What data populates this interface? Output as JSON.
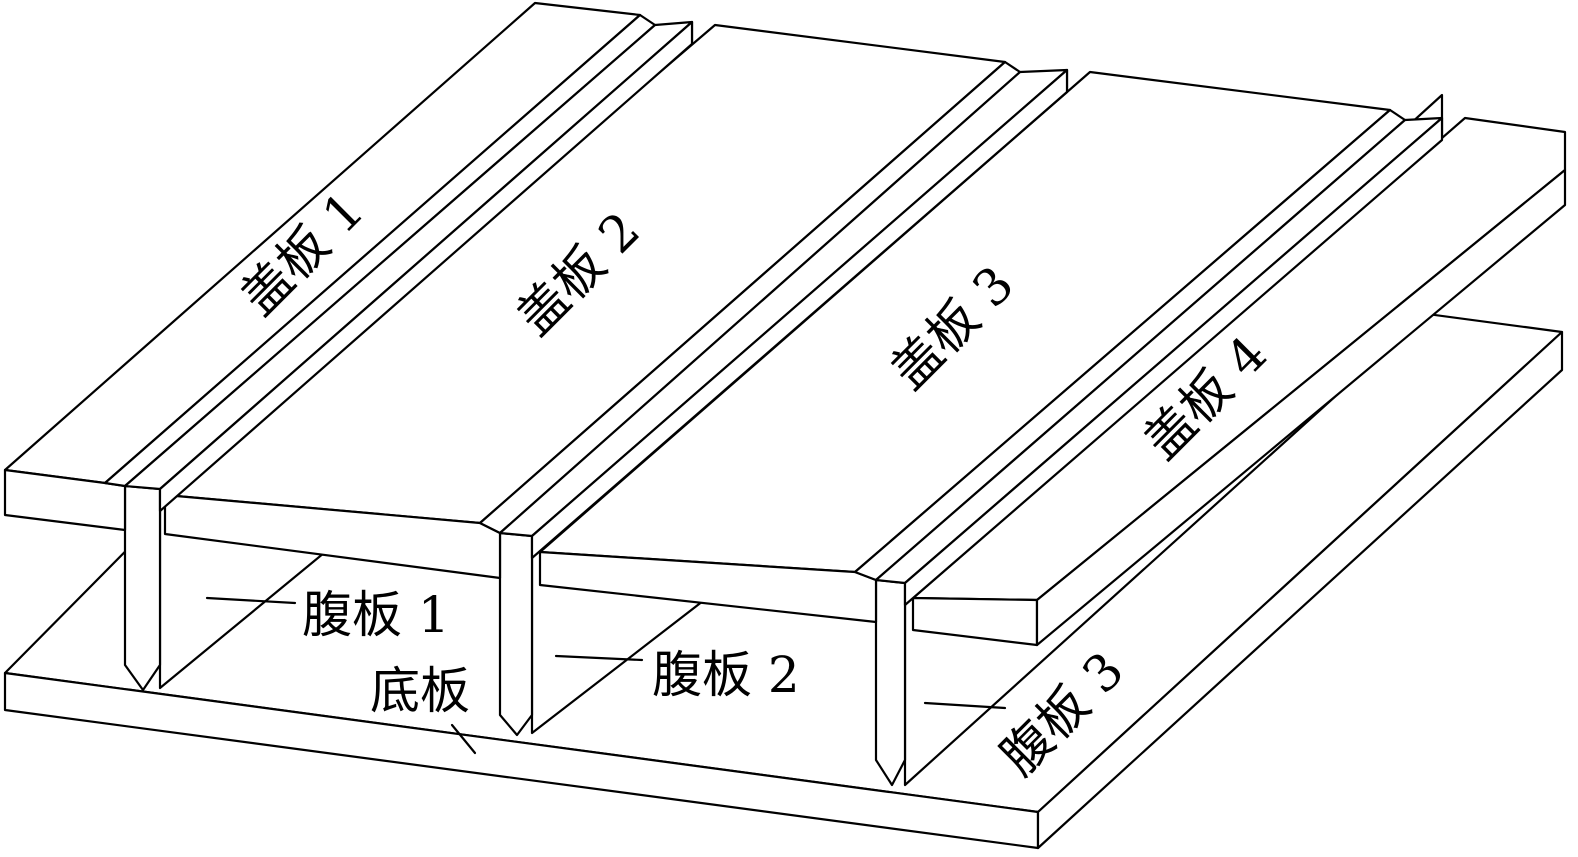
{
  "labels": {
    "cover1": "盖板 1",
    "cover2": "盖板 2",
    "cover3": "盖板 3",
    "cover4": "盖板 4",
    "web1": "腹板 1",
    "web2": "腹板 2",
    "web3": "腹板 3",
    "base": "底板"
  }
}
